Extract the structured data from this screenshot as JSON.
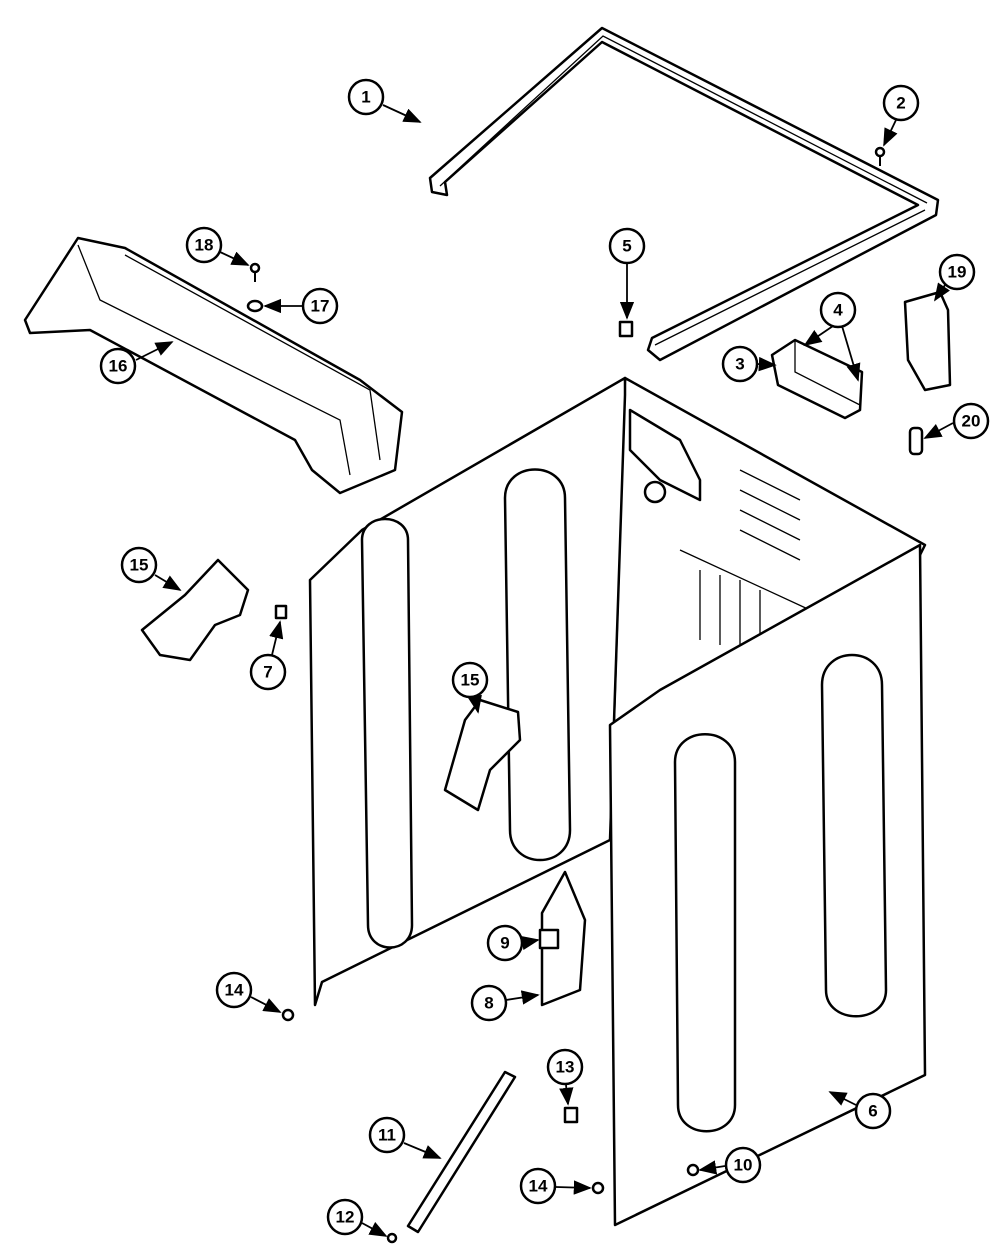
{
  "title": "Cabinet parts diagram",
  "callouts": {
    "c1": "1",
    "c2": "2",
    "c3": "3",
    "c4": "4",
    "c5": "5",
    "c6": "6",
    "c7": "7",
    "c8": "8",
    "c9": "9",
    "c10": "10",
    "c11": "11",
    "c12": "12",
    "c13": "13",
    "c14a": "14",
    "c14b": "14",
    "c15a": "15",
    "c15b": "15",
    "c16": "16",
    "c17": "17",
    "c18": "18",
    "c19": "19",
    "c20": "20"
  }
}
